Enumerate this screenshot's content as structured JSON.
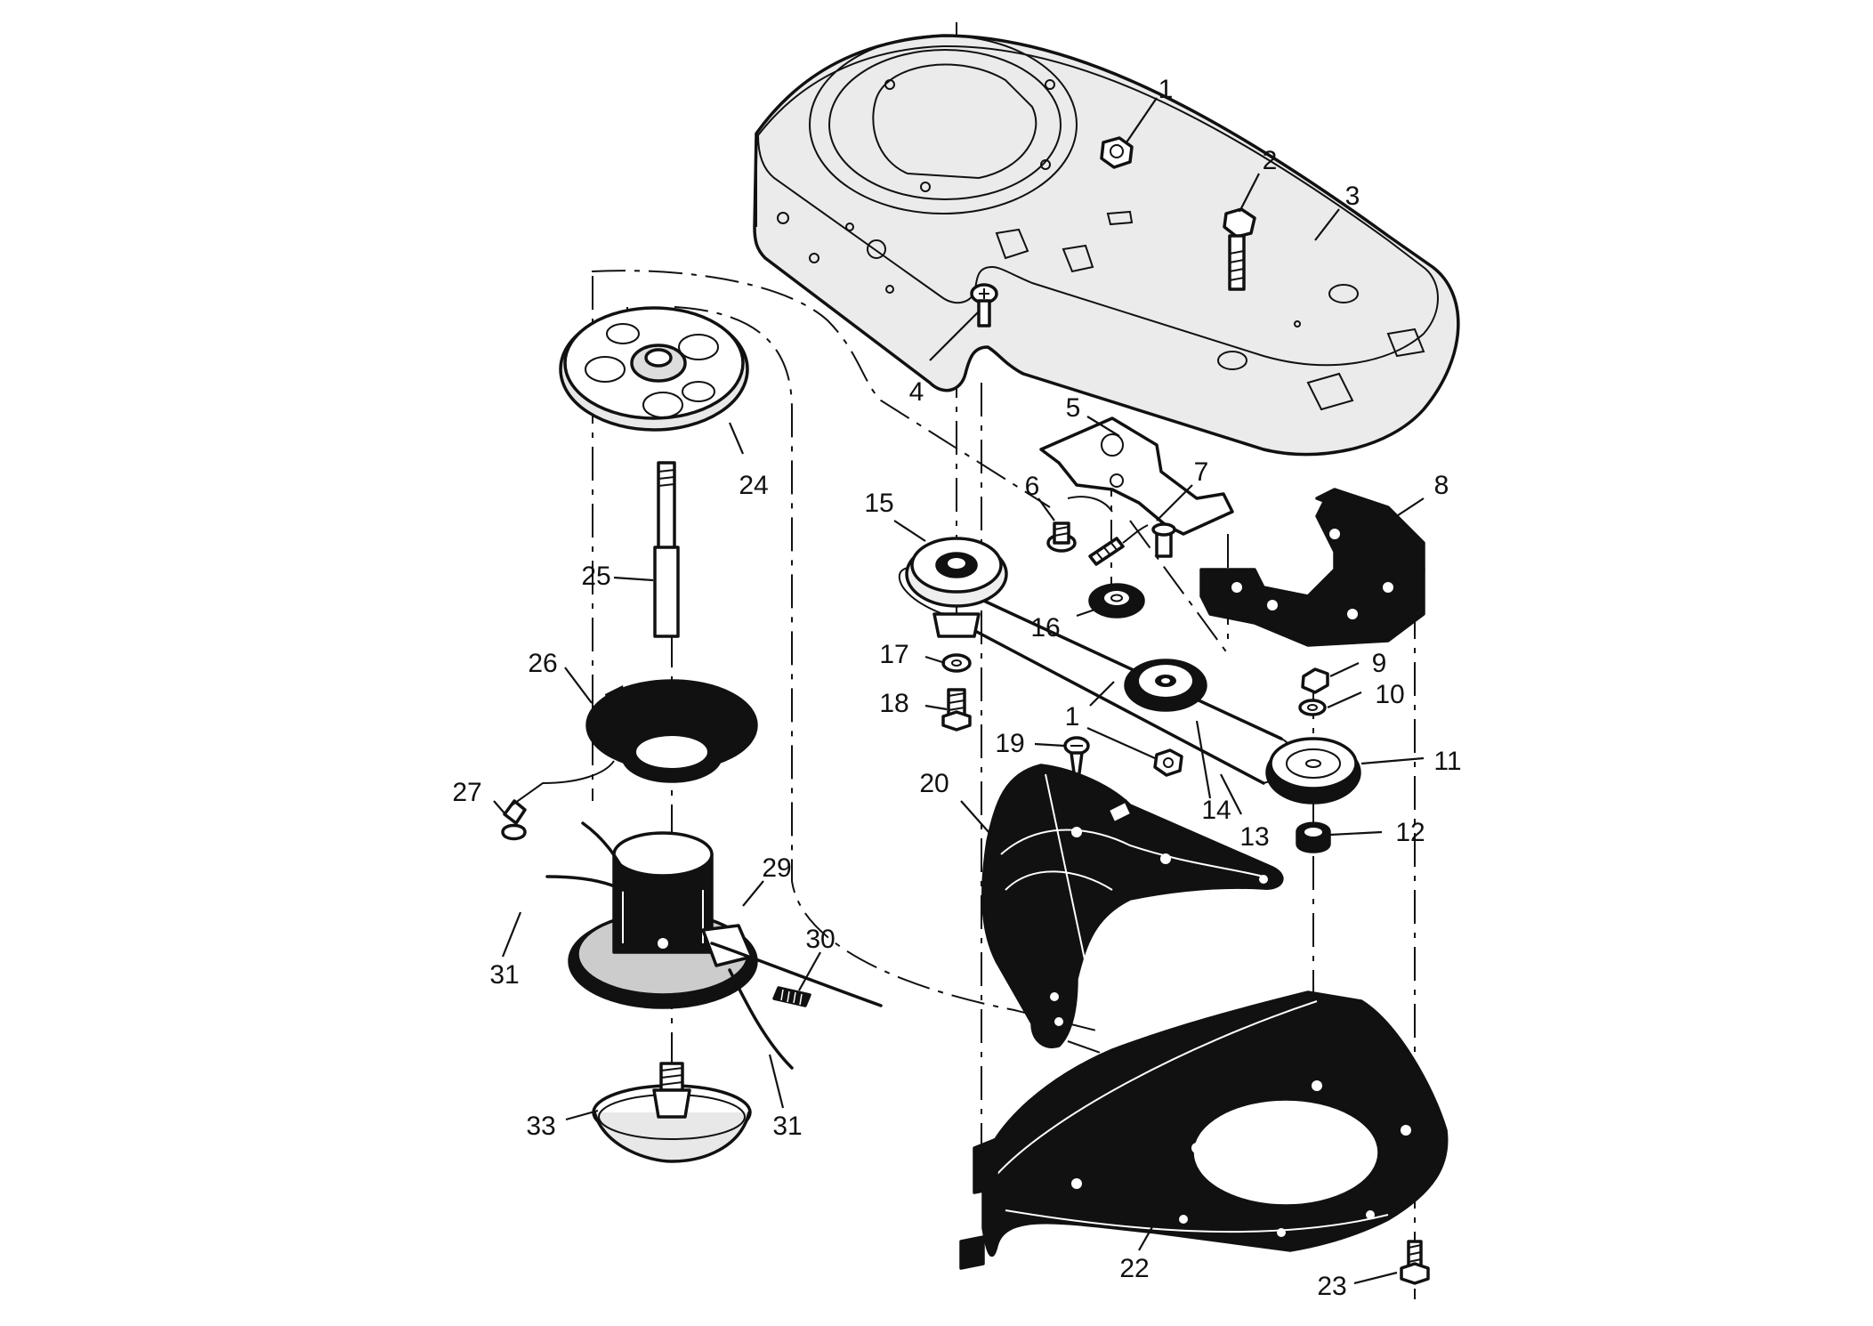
{
  "callouts": [
    {
      "id": "c1a",
      "text": "1"
    },
    {
      "id": "c2",
      "text": "2"
    },
    {
      "id": "c3",
      "text": "3"
    },
    {
      "id": "c4",
      "text": "4"
    },
    {
      "id": "c5",
      "text": "5"
    },
    {
      "id": "c6",
      "text": "6"
    },
    {
      "id": "c7",
      "text": "7"
    },
    {
      "id": "c8",
      "text": "8"
    },
    {
      "id": "c9",
      "text": "9"
    },
    {
      "id": "c10",
      "text": "10"
    },
    {
      "id": "c11",
      "text": "11"
    },
    {
      "id": "c12",
      "text": "12"
    },
    {
      "id": "c13",
      "text": "13"
    },
    {
      "id": "c14",
      "text": "14"
    },
    {
      "id": "c15",
      "text": "15"
    },
    {
      "id": "c16",
      "text": "16"
    },
    {
      "id": "c17",
      "text": "17"
    },
    {
      "id": "c18",
      "text": "18"
    },
    {
      "id": "c1b",
      "text": "1"
    },
    {
      "id": "c19",
      "text": "19"
    },
    {
      "id": "c20",
      "text": "20"
    },
    {
      "id": "c22",
      "text": "22"
    },
    {
      "id": "c23",
      "text": "23"
    },
    {
      "id": "c24",
      "text": "24"
    },
    {
      "id": "c25",
      "text": "25"
    },
    {
      "id": "c26",
      "text": "26"
    },
    {
      "id": "c27",
      "text": "27"
    },
    {
      "id": "c29",
      "text": "29"
    },
    {
      "id": "c30",
      "text": "30"
    },
    {
      "id": "c31a",
      "text": "31"
    },
    {
      "id": "c31b",
      "text": "31"
    },
    {
      "id": "c33",
      "text": "33"
    }
  ],
  "colors": {
    "ink": "#111111",
    "housing_fill": "#ebebeb",
    "part_dark": "#111111",
    "paper": "#ffffff"
  }
}
